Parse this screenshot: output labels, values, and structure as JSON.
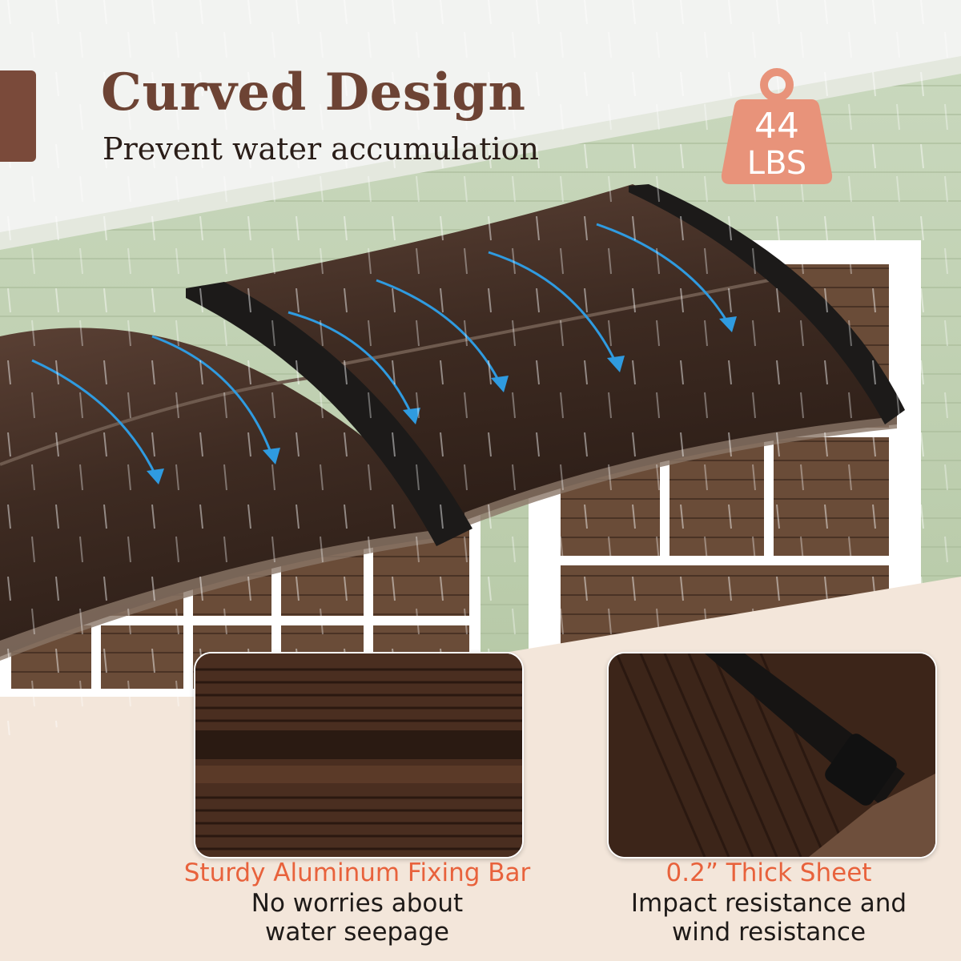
{
  "headline": {
    "title": "Curved Design",
    "subtitle": "Prevent water accumulation"
  },
  "weight_badge": {
    "value": "44",
    "unit": "LBS",
    "color": "#e8937a"
  },
  "features": [
    {
      "title": "Sturdy Aluminum Fixing Bar",
      "description_lines": [
        "No worries about",
        "water seepage"
      ]
    },
    {
      "title": "0.2” Thick Sheet",
      "description_lines": [
        "Impact resistance and",
        "wind resistance"
      ]
    }
  ],
  "colors": {
    "accent": "#e8623c",
    "headline": "#6d4334",
    "side_tab": "#7a4a3a",
    "background": "#f3e6da",
    "awning": "#3d2a20",
    "arrows": "#2f9be0"
  },
  "icons": [
    "weight-icon",
    "flow-arrow-icon"
  ]
}
